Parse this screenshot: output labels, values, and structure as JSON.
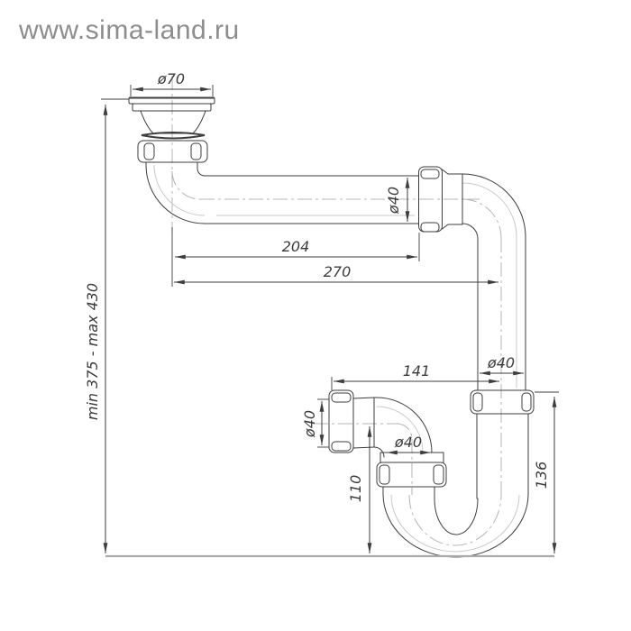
{
  "watermark": {
    "text": "www.sima-land.ru"
  },
  "diagram": {
    "description": "sink-siphon-technical-drawing",
    "labels": {
      "strainer_diameter": "ø70",
      "pipe_diameter_top": "ø40",
      "length_inner": "204",
      "length_overall": "270",
      "height_range": "min 375 - max 430",
      "outlet_length": "141",
      "standpipe_diameter": "ø40",
      "inlet_diameter": "ø40",
      "elbow_outlet_diameter": "ø40",
      "inlet_height": "110",
      "standpipe_height": "136"
    }
  }
}
